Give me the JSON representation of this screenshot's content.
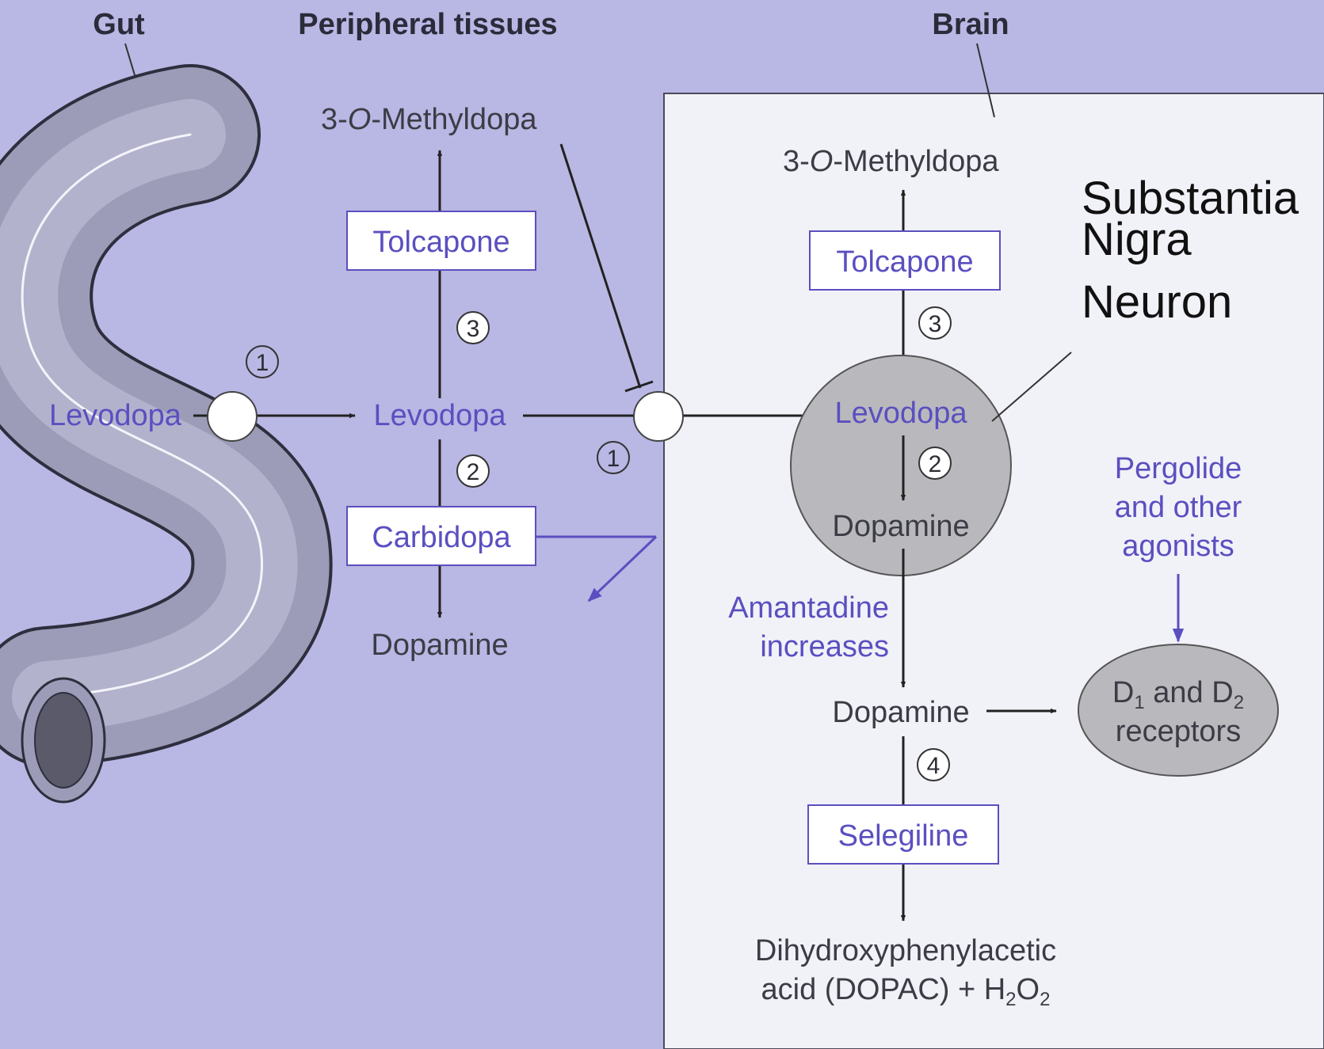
{
  "headers": {
    "gut": "Gut",
    "peripheral": "Peripheral tissues",
    "brain": "Brain"
  },
  "peripheral": {
    "methyldopa_pre": "3-",
    "methyldopa_o": "O",
    "methyldopa_post": "-Methyldopa",
    "tolcapone": "Tolcapone",
    "levodopa": "Levodopa",
    "carbidopa": "Carbidopa",
    "dopamine": "Dopamine"
  },
  "gut": {
    "levodopa": "Levodopa"
  },
  "brain": {
    "methyldopa_pre": "3-",
    "methyldopa_o": "O",
    "methyldopa_post": "-Methyldopa",
    "tolcapone": "Tolcapone",
    "levodopa": "Levodopa",
    "dopamine_neuron": "Dopamine",
    "amantadine_line1": "Amantadine",
    "amantadine_line2": "increases",
    "dopamine_released": "Dopamine",
    "selegiline": "Selegiline",
    "dopac_line1": "Dihydroxyphenylacetic",
    "dopac_line2_pre": "acid (DOPAC) + H",
    "dopac_sub1": "2",
    "dopac_o": "O",
    "dopac_sub2": "2",
    "agonists_line1": "Pergolide",
    "agonists_line2": "and other",
    "agonists_line3": "agonists",
    "receptor_d1": "D",
    "receptor_sub1": "1",
    "receptor_and": " and D",
    "receptor_sub2": "2",
    "receptor_line2": "receptors"
  },
  "annotation": {
    "line1": "Substantia",
    "line2": "Nigra",
    "line3": "Neuron"
  },
  "steps": {
    "one": "1",
    "two": "2",
    "three": "3",
    "four": "4"
  },
  "colors": {
    "background": "#b9b7e3",
    "brain_panel": "#f1f1f8",
    "label_blue": "#5a4fc0",
    "label_dark": "#3c3c46",
    "neuron_fill": "#b9b9bd",
    "gut_tube": "#9c9cb8"
  }
}
